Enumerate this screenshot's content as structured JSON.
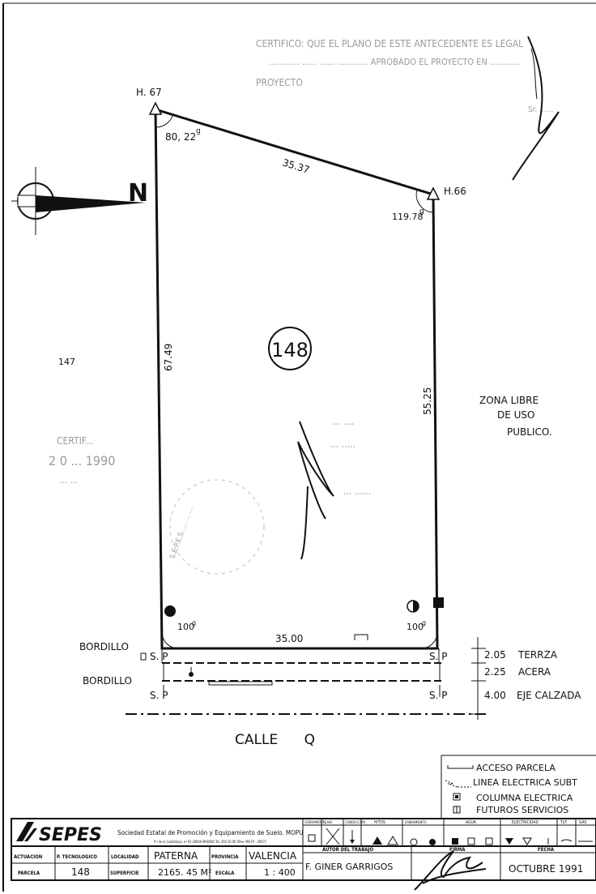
{
  "stamp": {
    "line1": "CERTIFICO: QUE EL PLANO DE ESTE ANTECEDENTE ES LEGAL",
    "line2": "............ ......  ......  ............  APROBADO  EL  PROYECTO  EN  ............",
    "line3": "PROYECTO",
    "initials": "Sr. ......"
  },
  "plot": {
    "vertices": {
      "top_left": "H. 67",
      "top_right": "H.66",
      "bottom_left": "S. P",
      "bottom_right": "S. P"
    },
    "angles": {
      "top_left": "80, 22",
      "top_right": "119.78",
      "bottom_left": "100",
      "bottom_right": "100",
      "unit": "g"
    },
    "distances": {
      "top": "35.37",
      "left": "67.49",
      "right": "55.25",
      "bottom": "35.00"
    },
    "parcel_number": "148",
    "north": "N",
    "neighbor_left": "147",
    "zone_right": [
      "ZONA  LIBRE",
      "DE     USO",
      "PUBLICO."
    ]
  },
  "street": {
    "bordillo_1": "BORDILLO",
    "bordillo_2": "BORDILLO",
    "sp_left_top": "S. P",
    "sp_right_top": "S. P",
    "sp_left_bottom": "S. P",
    "sp_right_bottom": "S. P",
    "dims": [
      {
        "value": "2.05",
        "label": "TERRZA"
      },
      {
        "value": "2.25",
        "label": "ACERA"
      },
      {
        "value": "4.00",
        "label": "EJE CALZADA"
      }
    ],
    "name": "CALLE      Q"
  },
  "legend": [
    {
      "symbol": "access",
      "label": "ACCESO PARCELA"
    },
    {
      "symbol": "cable",
      "label": "LINEA ELECTRICA SUBT"
    },
    {
      "symbol": "column",
      "label": "COLUMNA ELECTRICA"
    },
    {
      "symbol": "future",
      "label": "FUTUROS SERVICIOS"
    }
  ],
  "titleblock": {
    "logo": "SEPES",
    "org_name": "Sociedad Estatal de Promoción y Equipamiento de Suelo. MOPU",
    "org_address": "P.º de la Castellana, nº 91  28046 MADRID  Tel. 456 50 00  Télex 49370 - 45671",
    "service_headers": [
      "CERRAMIENTO",
      "CLAVE",
      "CONDUCCIÓN",
      "HITOS",
      "SANEAMIENTO",
      "AGUA",
      "ELECTRICIDAD",
      "TLF.",
      "GAS"
    ],
    "labels": {
      "actuacion": "ACTUACION",
      "parcela": "PARCELA",
      "localidad": "LOCALIDAD",
      "superficie": "SUPERFICIE",
      "provincia": "PROVINCIA",
      "escala": "ESCALA",
      "autor": "AUTOR  DEL  TRABAJO",
      "firma": "FIRMA",
      "fecha": "FECHA"
    },
    "values": {
      "actuacion": "P. TECNOLOGICO",
      "parcela": "148",
      "localidad": "PATERNA",
      "superficie": "2165. 45 M²",
      "provincia": "VALENCIA",
      "escala": "1 : 400",
      "autor": "F. GINER GARRIGOS",
      "fecha": "OCTUBRE  1991"
    }
  },
  "faint_stamp_left": [
    "CERTIF...",
    "2 0 ... 1990",
    "... ..."
  ],
  "faint_stamp_center": [
    "... ....",
    "... .....",
    "... ......"
  ],
  "faint_seal": "S.E.P.E.S. ... ... ...",
  "colors": {
    "ink": "#111111",
    "faint": "#9a9a9a",
    "paper": "#ffffff"
  }
}
